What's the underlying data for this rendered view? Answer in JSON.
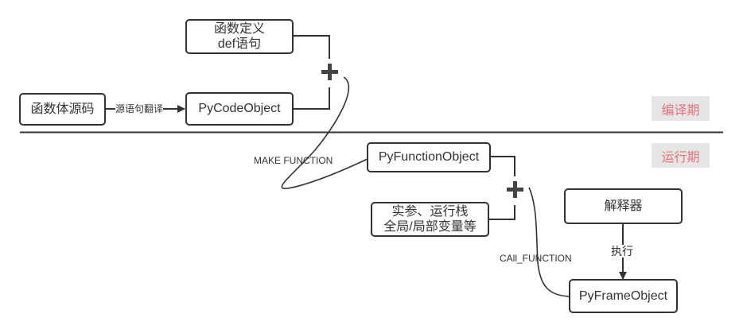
{
  "nodes": {
    "source": {
      "label": "函数体源码"
    },
    "def_stmt": {
      "line1": "函数定义",
      "line2": "def语句"
    },
    "code_object": {
      "label": "PyCodeObject"
    },
    "function_object": {
      "label": "PyFunctionObject"
    },
    "args": {
      "line1": "实参、运行栈",
      "line2": "全局/局部变量等"
    },
    "interpreter": {
      "label": "解释器"
    },
    "frame_object": {
      "label": "PyFrameObject"
    }
  },
  "edges": {
    "translate": {
      "label": "源语句翻译"
    },
    "make_function": {
      "label": "MAKE FUNCTION"
    },
    "call_function": {
      "label": "CAll_FUNCTION"
    },
    "execute": {
      "label": "执行"
    }
  },
  "phases": {
    "compile": {
      "label": "编译期"
    },
    "runtime": {
      "label": "运行期"
    }
  },
  "colors": {
    "line": "#333333",
    "phase_text": "#e5737a",
    "phase_bg": "#e6e6e6"
  }
}
